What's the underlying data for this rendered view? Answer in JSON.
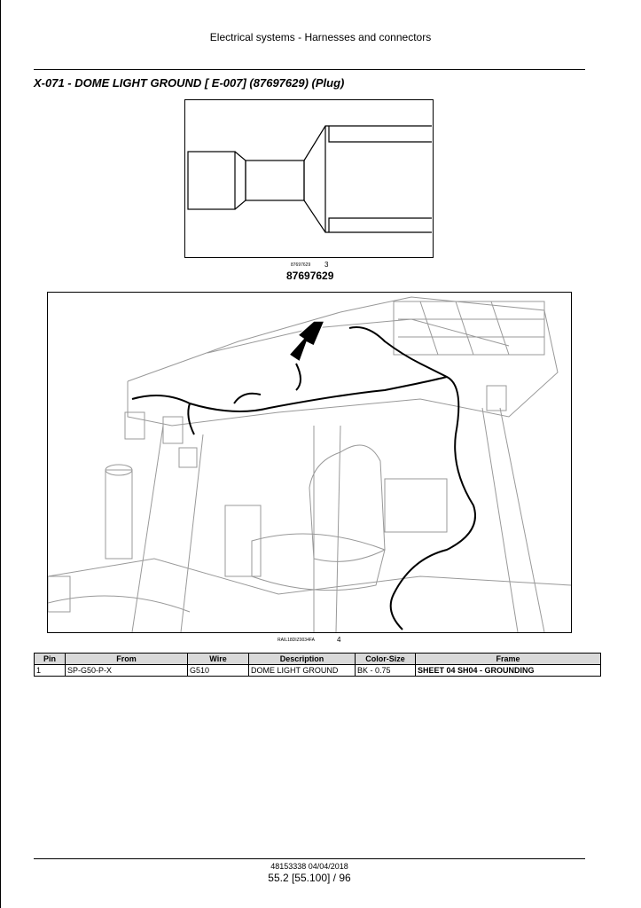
{
  "header": {
    "title": "Electrical systems - Harnesses and connectors"
  },
  "section": {
    "title": "X-071 - DOME LIGHT GROUND [ E-007] (87697629) (Plug)"
  },
  "connector_figure": {
    "small_ref": "87697629",
    "index": "3",
    "part_number": "87697629"
  },
  "location_figure": {
    "ref": "RAIL18DIZ0034FA",
    "index": "4"
  },
  "pin_table": {
    "headers": [
      "Pin",
      "From",
      "Wire",
      "Description",
      "Color-Size",
      "Frame"
    ],
    "rows": [
      [
        "1",
        "SP-G50-P-X",
        "G510",
        "DOME LIGHT GROUND",
        "BK - 0.75",
        "SHEET 04 SH04 - GROUNDING"
      ]
    ]
  },
  "footer": {
    "doc_id": "48153338 04/04/2018",
    "page": "55.2 [55.100] / 96"
  }
}
